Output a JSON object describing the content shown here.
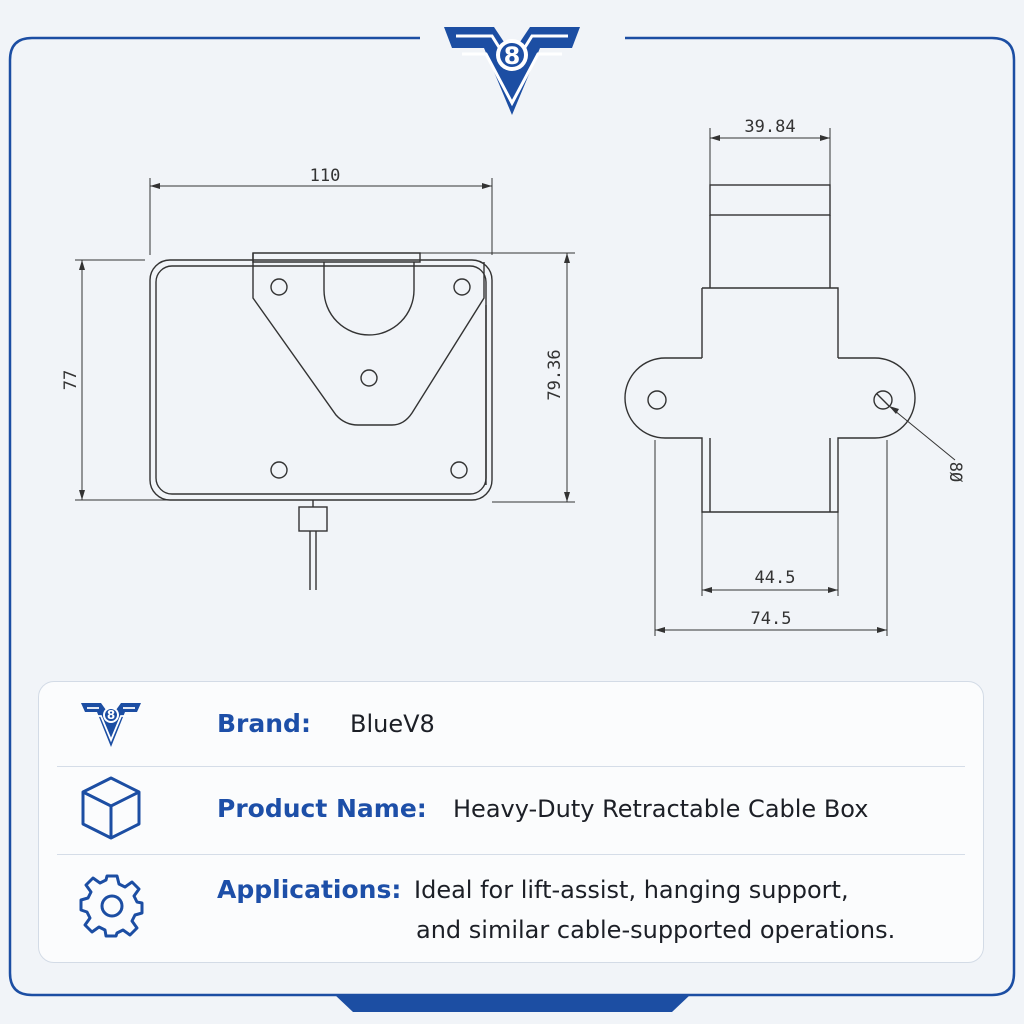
{
  "dimensions": {
    "width_top": "110",
    "height_left": "77",
    "height_right": "79.36",
    "top_width": "39.84",
    "hole_diameter": "8Ø",
    "inner_width": "44.5",
    "overall_width": "74.5"
  },
  "info": {
    "brand_label": "Brand:",
    "brand_value": "BlueV8",
    "product_label": "Product Name:",
    "product_value": "Heavy-Duty Retractable Cable Box",
    "applications_label": "Applications:",
    "applications_line1": "Ideal for lift-assist, hanging support,",
    "applications_line2": "and similar cable-supported operations."
  },
  "logo_lettering": "V8",
  "colors": {
    "accent": "#1d4fa8",
    "frame": "#1c4ea3",
    "line": "#333333"
  },
  "icons": [
    "v8-logo",
    "cube-icon",
    "gear-icon"
  ]
}
